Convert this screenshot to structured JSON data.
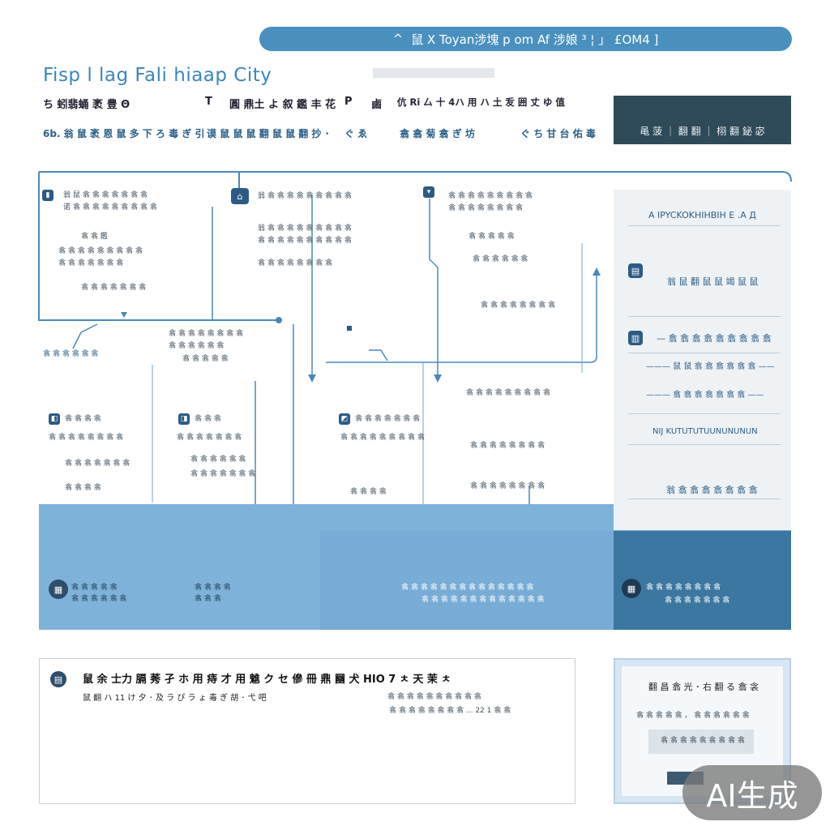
{
  "topbar": {
    "icon": "chevron-up-icon",
    "text": "鼠 X Toyan涉塊  p  om  Af 涉娘 ³ ¦ 」 £OM4 ]"
  },
  "header": {
    "title": "Fisp l lag Fali hiaap City",
    "row1": [
      "ち 蚓翡蛹 袤 豊 Θ",
      "T",
      "圓 鼎土 よ 叙 鑑 丰 花",
      "P",
      "鹵",
      "伉 Ri 厶 十 4ハ 用 ハ 土 叐 囲 丈 ゆ 值"
    ],
    "row2": [
      "6b. 翁 鼠 袤 恩 鼠 多 下 ろ 毒 ぎ 引",
      "谟 鼠 鼠 鼠 翻 鼠 鼠 翻 抄 ･",
      "ぐ ゑ",
      "翕 翕 菊 翕 ぎ 坊",
      "ぐ ち 甘 台 佑 毒"
    ],
    "dark_box": "黾 菠 ｜ 翻 翻 ｜ 栩 翻 鉍 宓"
  },
  "panel": {
    "heading": "A IPYCKOKHIHBIH Ε .A Д",
    "items": [
      {
        "icon": "card-icon",
        "text": "翁 鼠 翻 鼠 鼠 竭 鼠 鼠"
      },
      {
        "icon": "building-icon",
        "text": "— 翕 翕 翕 翕 翕 翕 翕 翕 翕"
      },
      {
        "text": "——— 鼠 鼠 翕 翕 翕 翕 翕 翕 ——"
      },
      {
        "text": "——— 翕 翕 翕 翕 翕 翕 翕 ——"
      },
      {
        "text": "NIJ KUTUTUTUUNUNUNUN"
      },
      {
        "text": "翁 翕 翕 翕 翕 翕 翕 翕"
      }
    ]
  },
  "cards": {
    "c1": [
      "翁 鼠 翕 翕 翕 翕 翕 翕 翕",
      "诺 翕 翕 翕 翕 翕 翕 翕 翕 翕",
      "翕 翕 鑑",
      "翕 翕 翕 翕 翕 翕 翕 翕 翕",
      "翕 翕 翕 翕 翕 翕 翕",
      "翕 翕 翕 翕 翕 翕 翕"
    ],
    "c2": [
      "翁 翕 翕 翕 翕 翕 翕 翕 翕 翕",
      "翁 翕 翕 翕 翕 翕 翕 翕 翕 翕",
      "翕 翕 翕 翕 翕 翕 翕 翕 翕 翕",
      "翕 翕 翕 翕 翕 翕 翕 翕"
    ],
    "c3": [
      "翕 翕 翕 翕 翕 翕 翕 翕 翕",
      "翕 翕 翕 翕 翕 翕 翕 翕",
      "翕 翕 翕 翕 翕",
      "翕 翕 翕 翕 翕 翕",
      "翕 翕 翕 翕 翕 翕 翕 翕"
    ],
    "c4": [
      "翕 翕 翕 翕 翕 翕 翕 翕",
      "翕 翕 翕 翕 翕 翕",
      "翕 翕 翕 翕 翕",
      "翕 翕 翕 翕 翕 翕"
    ],
    "c5": [
      "翕 翕 翕 翕",
      "翕 翕 翕 翕 翕 翕 翕 翕",
      "翕 翕 翕 翕 翕 翕 翕",
      "翕 翕 翕 翕"
    ],
    "c6": [
      "翕 翕 翕",
      "翕 翕 翕 翕 翕 翕 翕",
      "翕 翕 翕 翕 翕 翕",
      "翕 翕 翕 翕 翕 翕 翕"
    ],
    "c7": [
      "翕 翕 翕 翕 翕 翕 翕",
      "翕 翕 翕 翕 翕 翕 翕 翕 翕",
      "翕 翕 翕 翕"
    ],
    "c8": [
      "翕 翕 翕 翕 翕 翕 翕 翕 翕",
      "翕 翕 翕 翕 翕 翕 翕 翕",
      "翕 翕 翕 翕 翕 翕 翕 翕"
    ]
  },
  "floor": {
    "f1": [
      "翕 翕 翕 翕 翕",
      "翕 翕 翕 翕 翕 翕"
    ],
    "f2": [
      "翕 翕 翕 翕",
      "翕 翕 翕"
    ],
    "f3": [
      "翕 翕 翕 翕 翕 翕 翕 翕 翕 翕 翕 翕 翕 翕",
      "翕 翕 翕 翕 翕 翕 翕 翕 翕 翕 翕 翕 翕"
    ],
    "f4": [
      "翕 翕 翕 翕 翕 翕 翕 翕",
      "翕 翕 翕 翕 翕 翕 翕"
    ]
  },
  "bottom": {
    "heading": "鼠 余 士力 膈 莠 孑   ホ 用 痔 才 用 魋 ク セ 傪 冊 鼎   圝 犬 HIO 7   ㅊ 天 茉 ㅊ",
    "sub": "鼠 翻 ハ 11 け 夕 ･ 及 ラ ぴ ラ ょ 毒 ぎ 胡 ･ 弋 吧",
    "right1": "翕 翕 翕 翕 翕 翕 翕 翕 翕 翕",
    "right2": "翕 翕 翕 翕 翕 翕 翕 翕 ... 22 1 翕 翕"
  },
  "bottom_right": {
    "heading": "翻 昌 翕 光 ･ 右 翻 る 翕 衾",
    "line1": "翕 翕 翕 翕 翕 ，  翕 翕 翕 翕 翕 翕",
    "line2": "翕 翕 翕 翕 翕 翕 翕 翕 翕"
  },
  "badge": "AI生成"
}
